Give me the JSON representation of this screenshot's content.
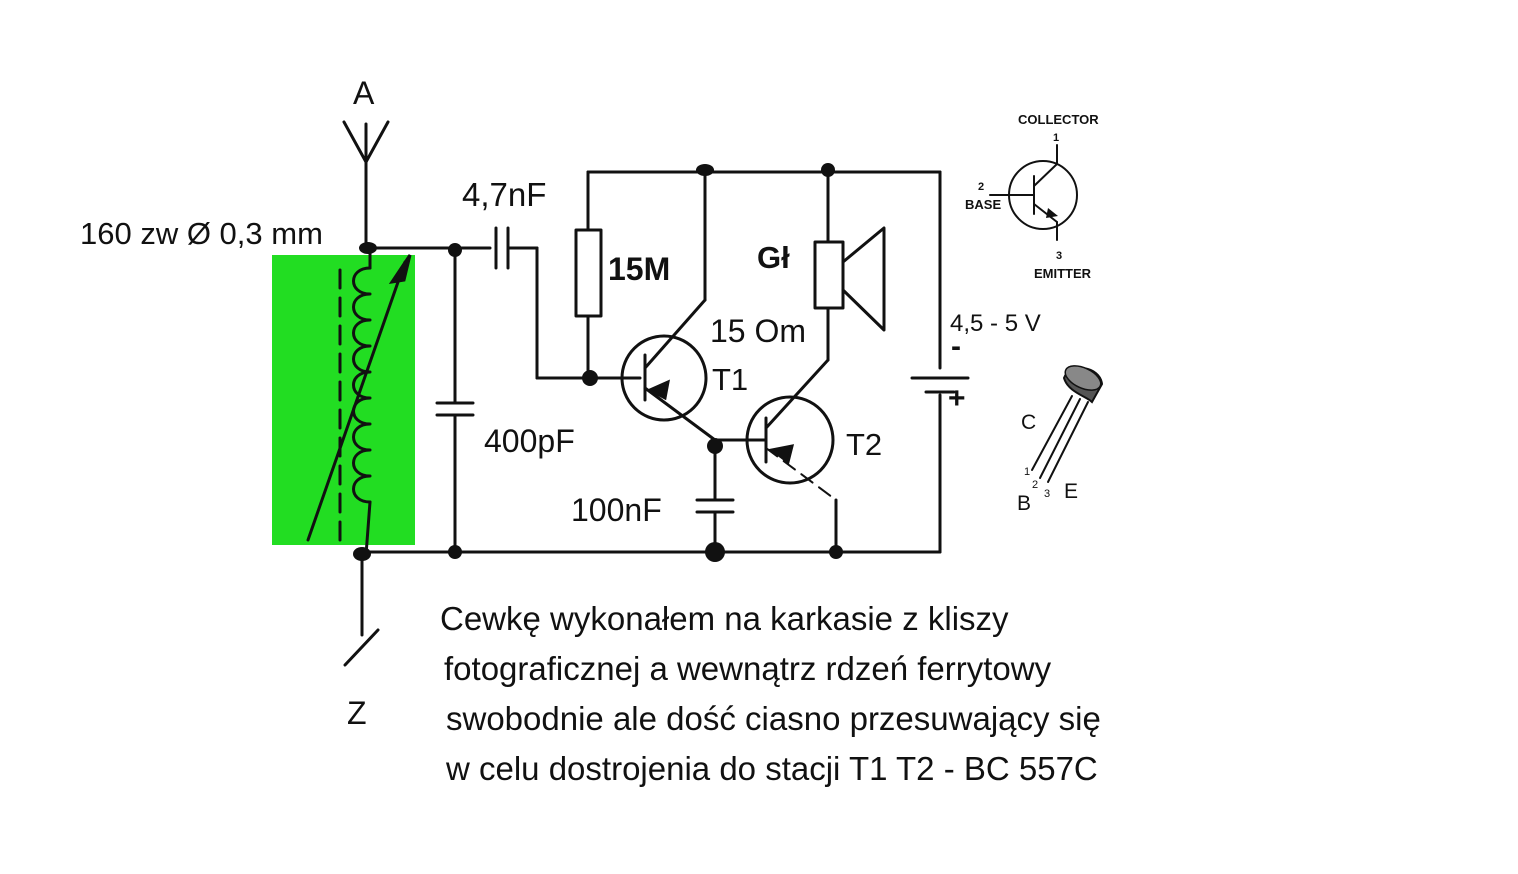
{
  "labels": {
    "antenna": "A",
    "ground": "Z",
    "coil": "160 zw Ø 0,3 mm",
    "cap_coupling": "4,7nF",
    "resistor": "15M",
    "speaker": "Gł",
    "speaker_impedance": "15 Om",
    "t1": "T1",
    "t2": "T2",
    "cap_tuning": "400pF",
    "cap_emitter": "100nF",
    "supply": "4,5 - 5 V",
    "minus": "-",
    "plus": "+"
  },
  "pinout_symbol": {
    "collector": "COLLECTOR",
    "base": "BASE",
    "emitter": "EMITTER",
    "pin1": "1",
    "pin2": "2",
    "pin3": "3"
  },
  "package": {
    "c": "C",
    "b": "B",
    "e": "E",
    "pin1": "1",
    "pin2": "2",
    "pin3": "3"
  },
  "note": {
    "lines": [
      "Cewkę wykonałem na karkasie z kliszy",
      "fotograficznej a wewnątrz rdzeń ferrytowy",
      "swobodnie ale dość ciasno przesuwający się",
      "w celu dostrojenia do stacji  T1 T2 - BC 557C"
    ]
  },
  "colors": {
    "coil_former": "#22dd22",
    "ink": "#111111"
  }
}
